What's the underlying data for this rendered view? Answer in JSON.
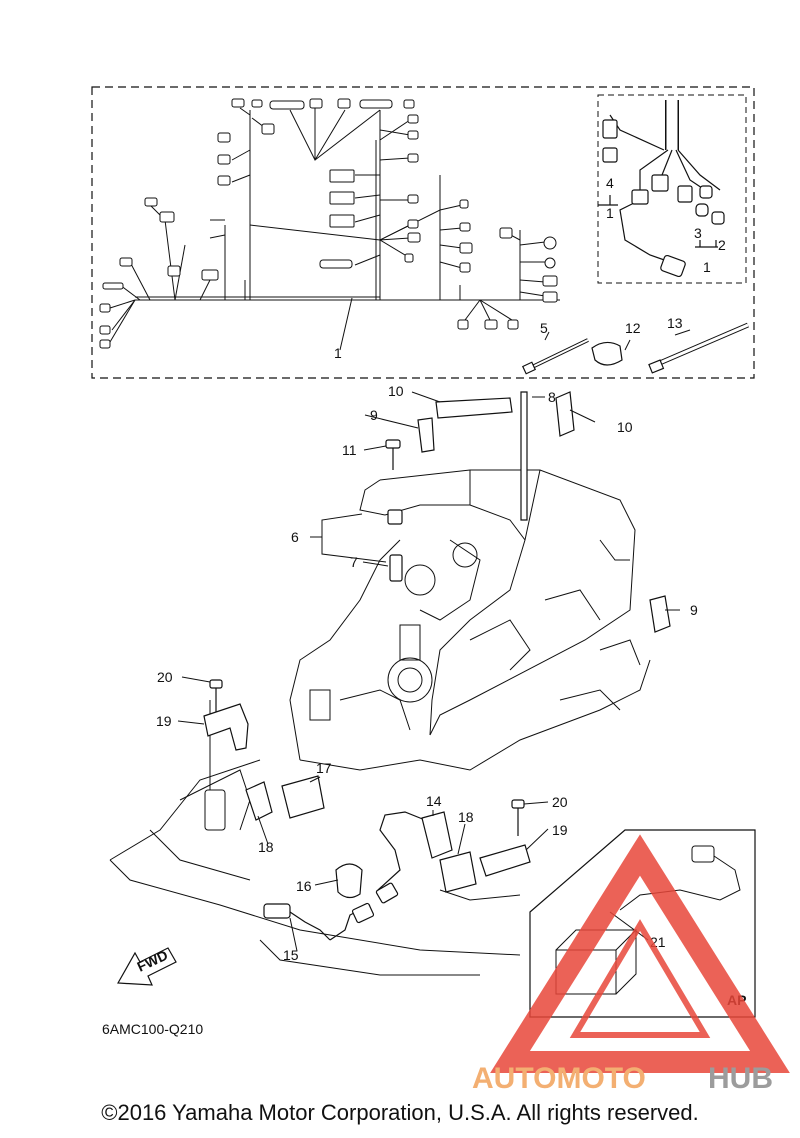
{
  "diagram": {
    "part_code": "6AMC100-Q210",
    "fwd_label": "FWD",
    "inset_label": "AP",
    "callouts": {
      "c1_main": "1",
      "c1_inset_a": "1",
      "c1_inset_b": "1",
      "c2": "2",
      "c3": "3",
      "c4": "4",
      "c5": "5",
      "c6": "6",
      "c7": "7",
      "c8": "8",
      "c9_top": "9",
      "c9_right": "9",
      "c10_left": "10",
      "c10_right": "10",
      "c11": "11",
      "c12": "12",
      "c13": "13",
      "c14": "14",
      "c15": "15",
      "c16": "16",
      "c17": "17",
      "c18_left": "18",
      "c18_right": "18",
      "c19_left": "19",
      "c19_right": "19",
      "c20_left": "20",
      "c20_right": "20",
      "c21": "21"
    }
  },
  "watermark": {
    "word_a": "AUTOMOTO",
    "word_b": "HUB",
    "color_a": "#f2a25a",
    "color_b": "#8b8b8b",
    "triangle_color": "#e8473a"
  },
  "footer": {
    "copyright": "©2016 Yamaha Motor Corporation, U.S.A. All rights reserved."
  }
}
